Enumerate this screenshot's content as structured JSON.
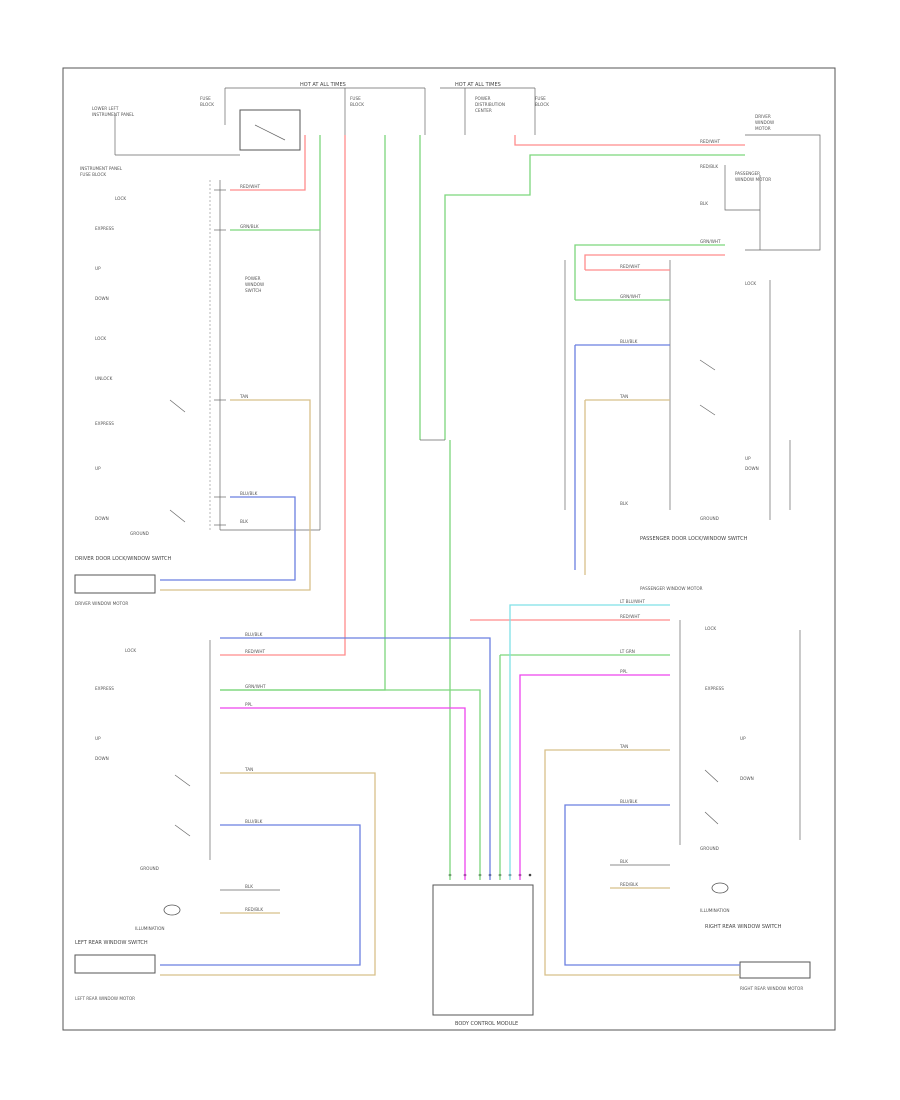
{
  "colors": {
    "red": "#ff8c8c",
    "green": "#7cd67c",
    "blue": "#6b7fe0",
    "tan": "#d8c08a",
    "magenta": "#ee44ee",
    "cyan": "#7fe0e6",
    "frame": "#555555"
  },
  "labels": {
    "driver_switch": "DRIVER DOOR LOCK/WINDOW SWITCH",
    "passenger_switch": "PASSENGER DOOR LOCK/WINDOW SWITCH",
    "left_rear_switch": "LEFT REAR WINDOW SWITCH",
    "right_rear_switch": "RIGHT REAR WINDOW SWITCH",
    "left_rear_motor": "LEFT REAR WINDOW MOTOR",
    "right_rear_motor": "RIGHT REAR WINDOW MOTOR",
    "driver_motor": "DRIVER WINDOW MOTOR",
    "passenger_motor": "PASSENGER WINDOW MOTOR",
    "illumination_left": "ILLUMINATION",
    "illumination_right": "ILLUMINATION",
    "ground_left": "GROUND",
    "ground_right": "GROUND",
    "body_control": "BODY CONTROL MODULE",
    "hot_at_all_times_1": "HOT AT ALL TIMES",
    "hot_at_all_times_2": "HOT AT ALL TIMES",
    "lock": "LOCK",
    "unlock": "UNLOCK",
    "express": "EXPRESS",
    "up": "UP",
    "down": "DOWN"
  }
}
